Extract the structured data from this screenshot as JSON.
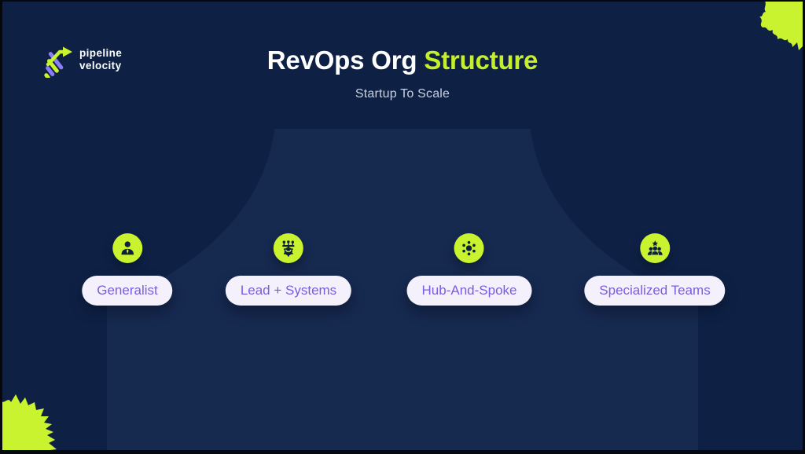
{
  "logo": {
    "line1": "pipeline",
    "line2": "velocity",
    "icon": "pipeline-velocity-arrow-logo"
  },
  "title": {
    "part1": "RevOps Org ",
    "part2": "Structure"
  },
  "subtitle": "Startup To Scale",
  "structures": [
    {
      "label": "Generalist",
      "icon": "person-icon"
    },
    {
      "label": "Lead + Systems",
      "icon": "team-gear-icon"
    },
    {
      "label": "Hub-And-Spoke",
      "icon": "hub-spoke-icon"
    },
    {
      "label": "Specialized Teams",
      "icon": "star-team-icon"
    }
  ],
  "colors": {
    "background": "#0e2145",
    "pedestal": "#16294f",
    "lime_accent": "#c9f22f",
    "title_accent": "#c6ef2b",
    "pill_background": "#f4f1fc",
    "pill_text": "#7a5ce0",
    "logo_purple": "#8b7cf7",
    "text_white": "#ffffff",
    "subtitle_text": "#c8d0de"
  }
}
